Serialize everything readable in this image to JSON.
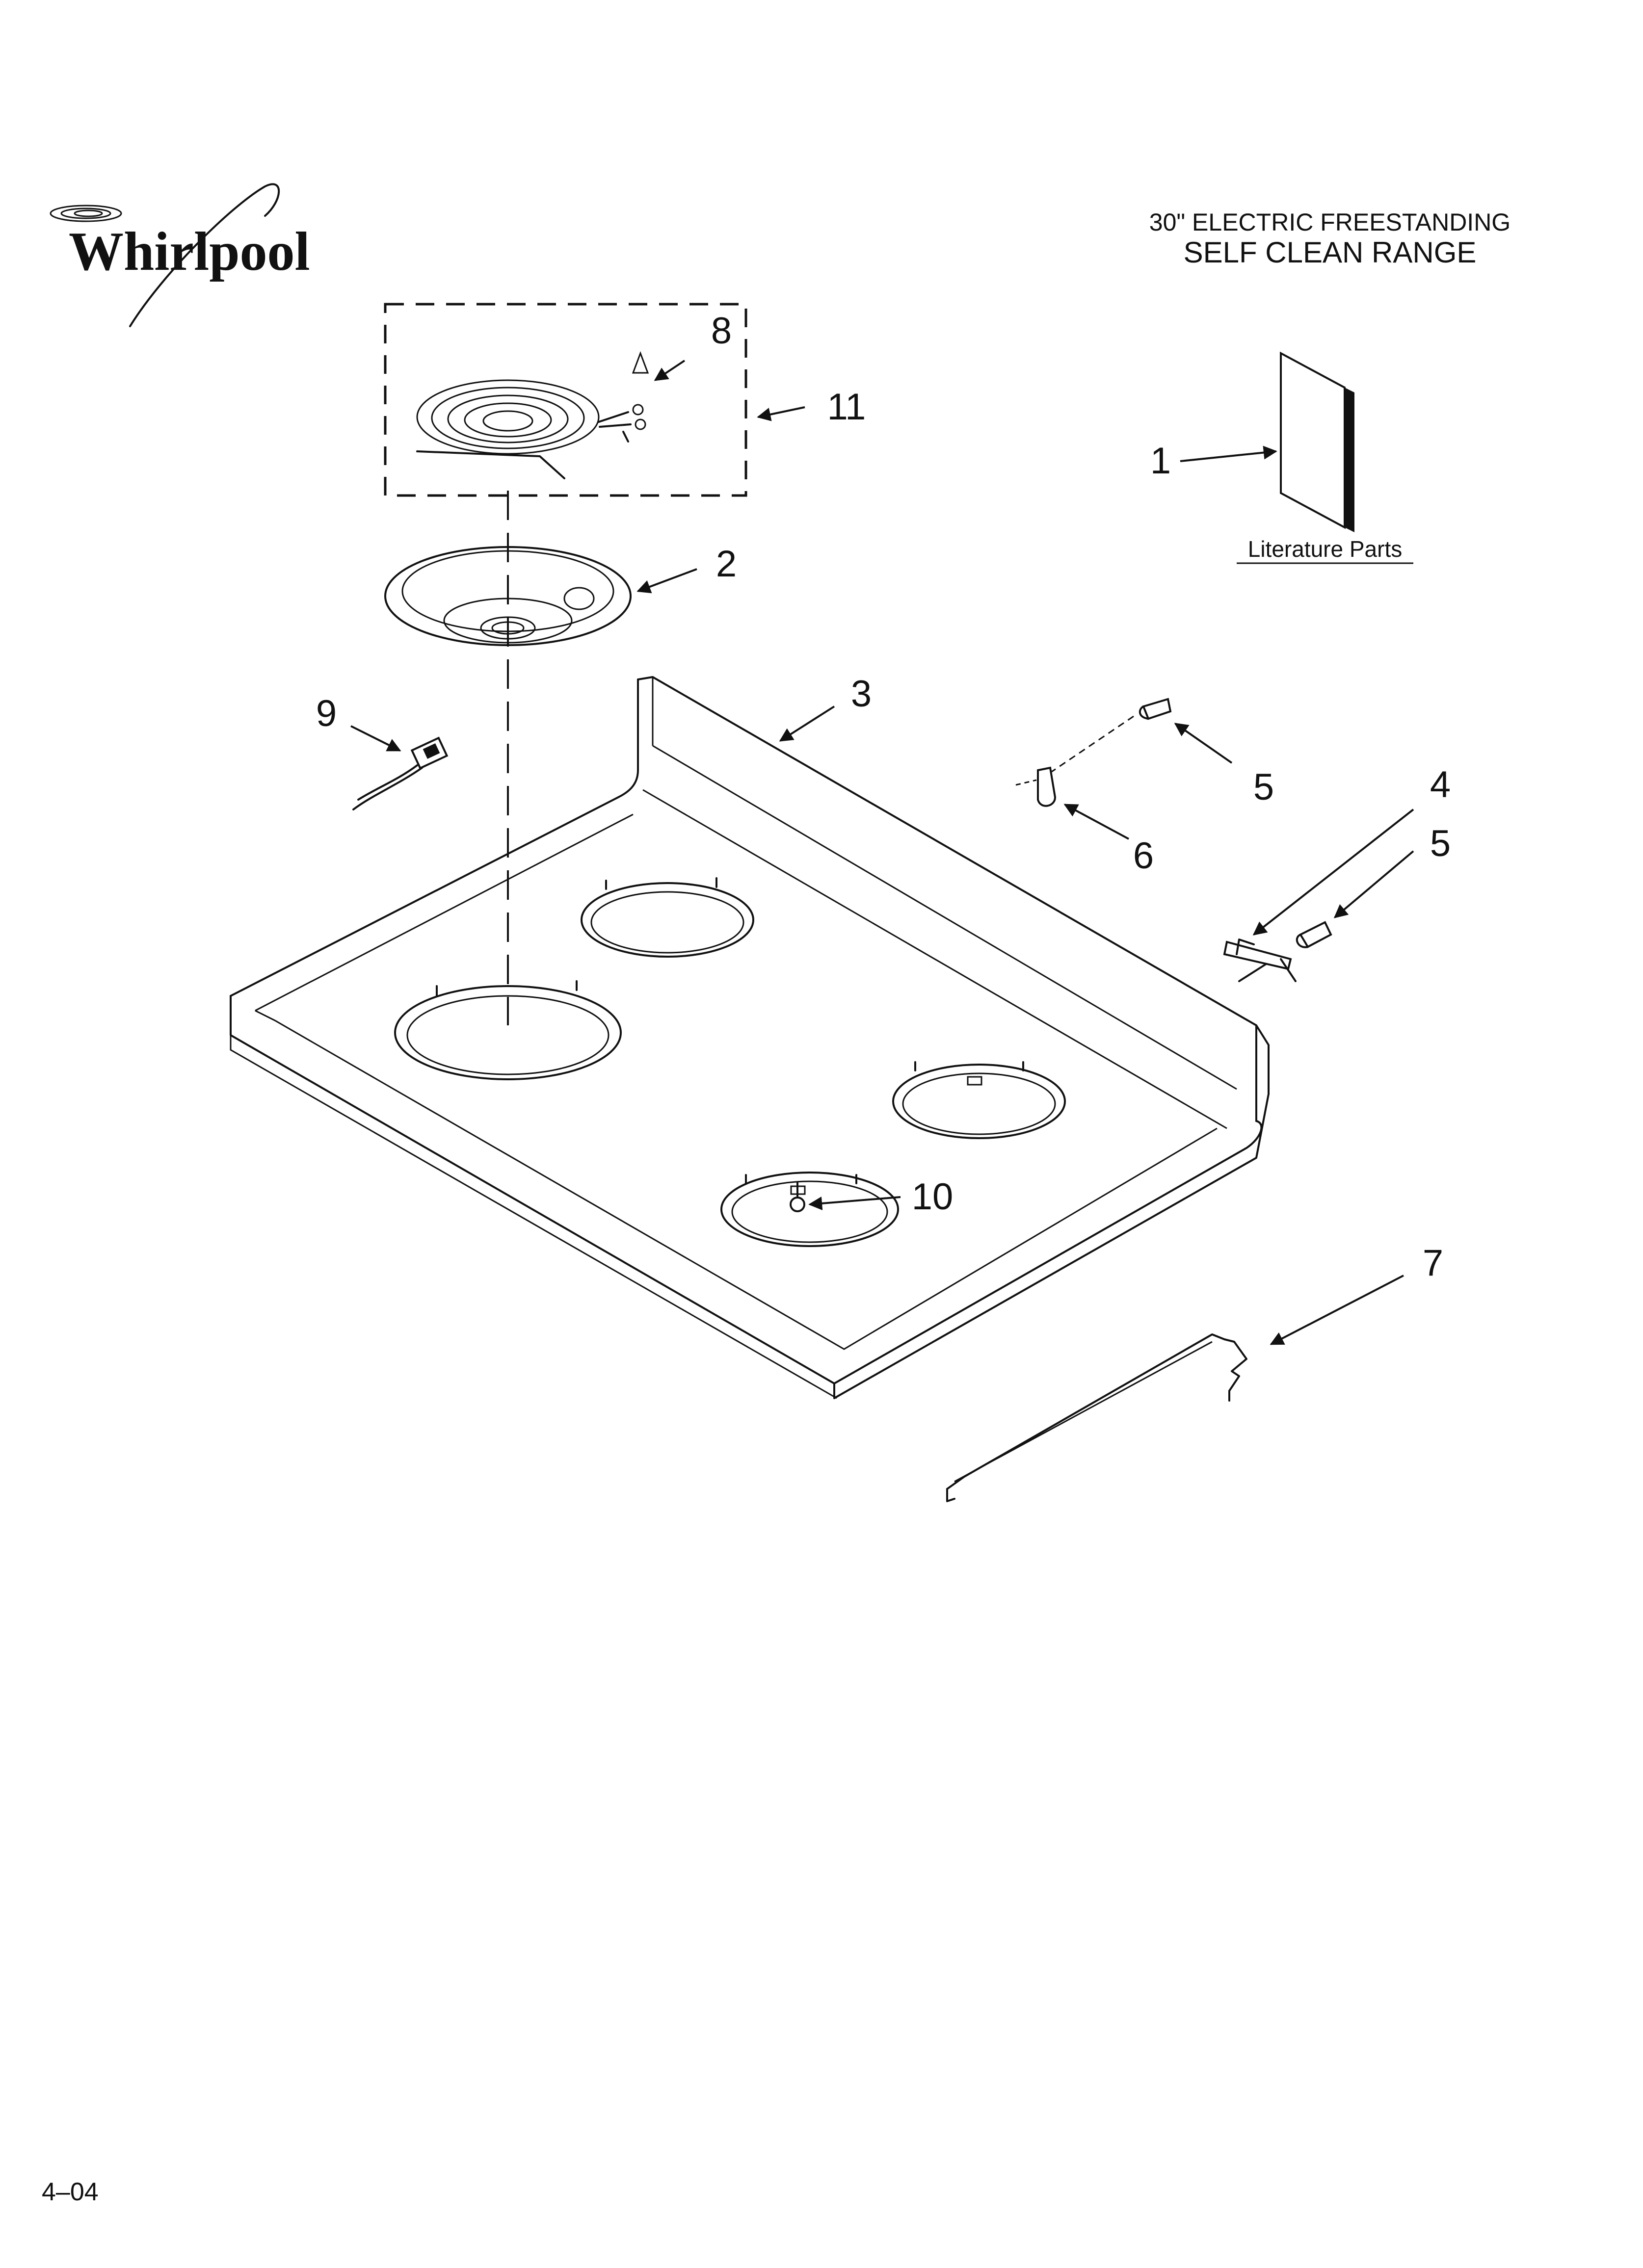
{
  "brand": {
    "logo_text": "Whirlpool"
  },
  "header": {
    "title_line1": "30\" ELECTRIC FREESTANDING",
    "title_line2": "SELF CLEAN RANGE"
  },
  "literature": {
    "label": "Literature Parts"
  },
  "callouts": {
    "c1": "1",
    "c2": "2",
    "c3": "3",
    "c4": "4",
    "c5a": "5",
    "c5b": "5",
    "c6": "6",
    "c7": "7",
    "c8": "8",
    "c9": "9",
    "c10": "10",
    "c11": "11"
  },
  "footer": {
    "code": "4–04"
  }
}
